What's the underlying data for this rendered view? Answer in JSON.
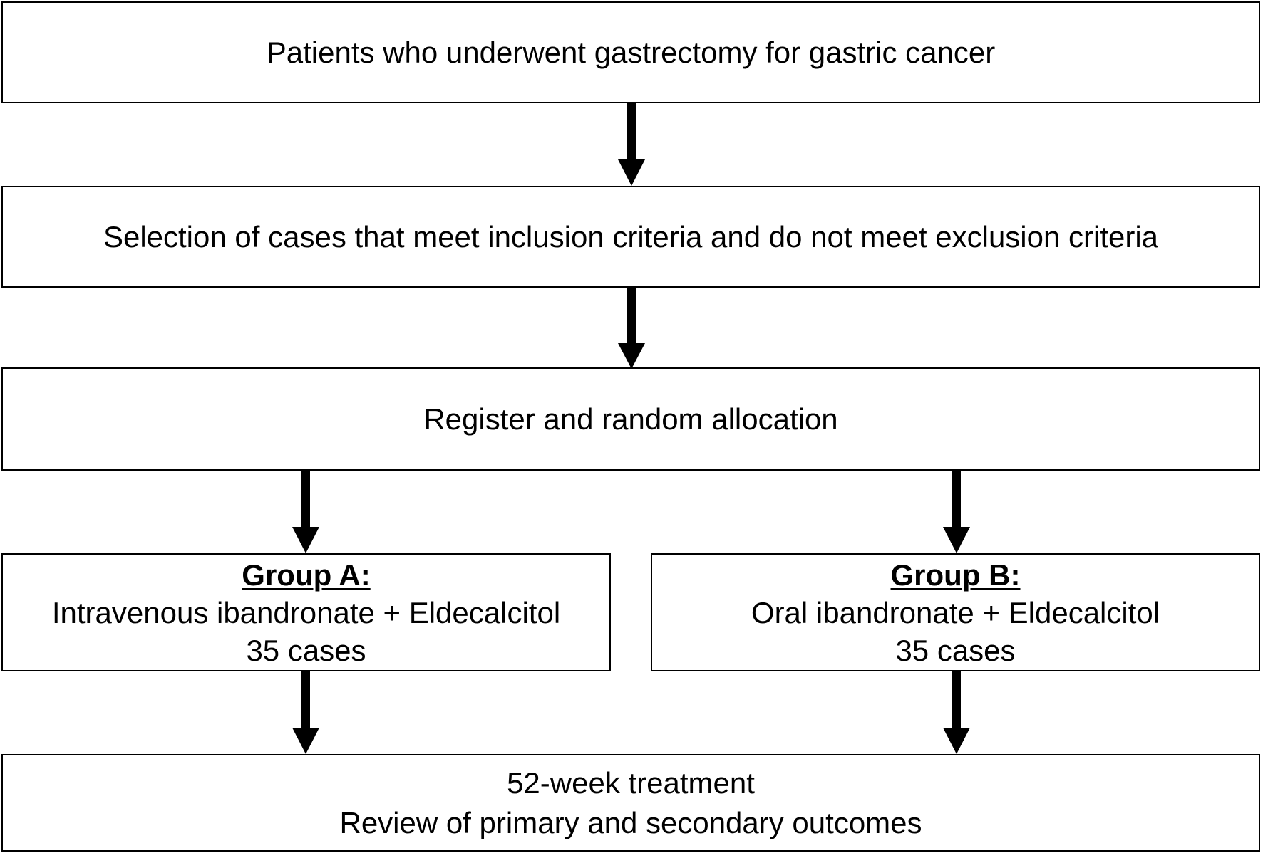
{
  "boxes": {
    "screening": {
      "text": "Patients who underwent gastrectomy for gastric cancer"
    },
    "selection": {
      "text": "Selection of cases that meet inclusion criteria and do not meet exclusion criteria"
    },
    "allocation": {
      "text": "Register and random allocation"
    },
    "group_a": {
      "title": "Group A:",
      "treatment": "Intravenous ibandronate + Eldecalcitol",
      "cases": "35 cases"
    },
    "group_b": {
      "title": "Group B:",
      "treatment": "Oral ibandronate + Eldecalcitol",
      "cases": "35 cases"
    },
    "outcome": {
      "line1": "52-week treatment",
      "line2": "Review of primary and secondary outcomes"
    }
  },
  "colors": {
    "stroke": "#000000",
    "background": "#ffffff"
  }
}
